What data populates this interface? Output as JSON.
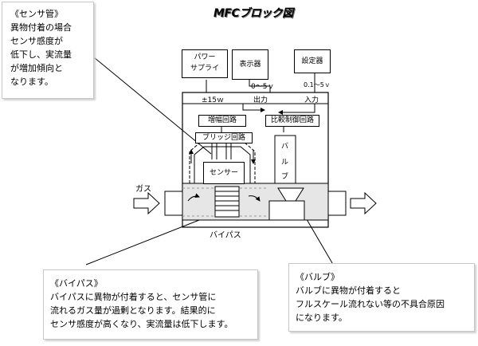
{
  "title": "MFCブロック図",
  "sensor_callout": {
    "heading": "《センサ管》",
    "lines": [
      "異物付着の場合",
      "センサ感度が",
      "低下し、実流量",
      "が増加傾向と",
      "なります。"
    ]
  },
  "bypass_callout": {
    "heading": "《バイパス》",
    "lines": [
      "バイパスに異物が付着すると、センサ管に",
      "流れるガス量が過剰となります。結果的に",
      "センサ感度が高くなり、実流量は低下します。"
    ]
  },
  "valve_callout": {
    "heading": "《バルブ》",
    "lines": [
      "バルブに異物が付着すると",
      "フルスケール流れない等の不具合原因",
      "になります。"
    ]
  },
  "blocks": {
    "power_supply": [
      "パワー",
      "サプライ"
    ],
    "display": "表示器",
    "setter": "設定器",
    "voltage_range": "0～5ｖ",
    "voltage_range2": "0.1～5ｖ",
    "power_rail": "±15ｗ",
    "output": "出力",
    "input": "入力",
    "amplifier": "増幅回路",
    "comparator": "比較制御回路",
    "bridge": "ブリッジ回路",
    "sensor": "センサー",
    "valve_chars": [
      "バ",
      "ル",
      "ブ"
    ],
    "gas": "ガス",
    "bypass": "バイパス"
  }
}
